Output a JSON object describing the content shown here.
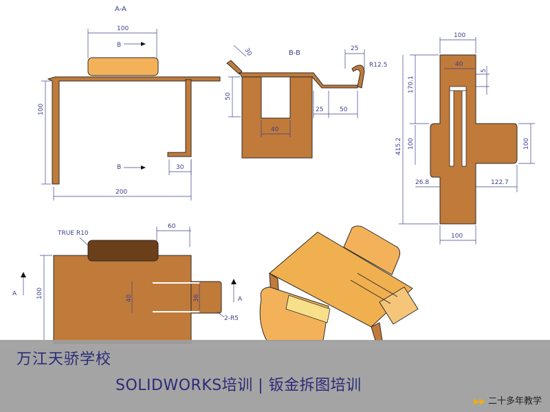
{
  "colors": {
    "sheet": "#c07a3a",
    "sheet_dark": "#7a4a1e",
    "highlight": "#f3c06a",
    "dim": "#3a3f8a",
    "footer_bg": "#9e9e9e",
    "footer_text": "#1a1a6e",
    "accent": "#f0a800"
  },
  "views": {
    "aa": {
      "label": "A-A",
      "dim_top": "100",
      "dim_height": "100",
      "dim_flange": "30",
      "dim_width": "200",
      "section_mark": "B"
    },
    "bb": {
      "label": "B-B",
      "dim_angle": "30",
      "dim_hook": "25",
      "dim_radius": "R12.5",
      "dim_height": "50",
      "dim_slot": "40",
      "dim_step": "25",
      "dim_extend": "50"
    },
    "flat": {
      "dim_top": "100",
      "dim_slot_w": "40",
      "dim_small": "5",
      "dim_upper": "170.1",
      "dim_total": "415.2",
      "dim_mid": "100",
      "dim_right": "100",
      "dim_left_tab": "26.8",
      "dim_right_tab": "122.7",
      "dim_bottom": "100"
    },
    "front": {
      "note": "TRUE R10",
      "dim_top": "60",
      "dim_height": "100",
      "dim_tab": "40",
      "dim_tab2": "36",
      "dim_relief": "2-R5",
      "section_mark": "A"
    }
  },
  "footer": {
    "school": "万江天骄学校",
    "course": "SOLIDWORKS培训  |  钣金拆图培训",
    "tag": "二十多年教学",
    "arrows": "▶▶"
  }
}
